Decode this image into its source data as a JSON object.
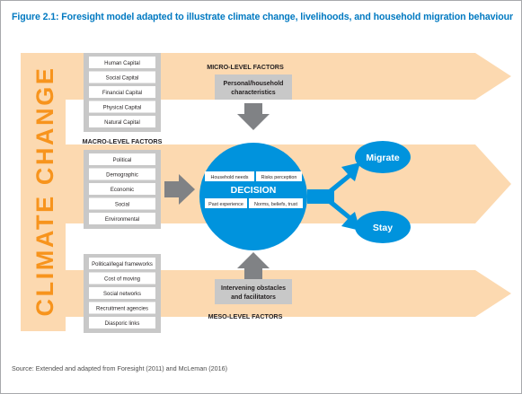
{
  "figure": {
    "title": "Figure 2.1: Foresight model adapted to illustrate climate change, livelihoods, and household migration behaviour",
    "source": "Source: Extended and adapted from Foresight (2011) and McLeman (2016)"
  },
  "side_banner": {
    "label": "CLIMATE CHANGE"
  },
  "micro": {
    "heading": "MICRO-LEVEL FACTORS",
    "capitals": [
      "Human Capital",
      "Social Capital",
      "Financial Capital",
      "Physical Capital",
      "Natural Capital"
    ],
    "characteristics_line1": "Personal/household",
    "characteristics_line2": "characteristics"
  },
  "macro": {
    "heading": "MACRO-LEVEL FACTORS",
    "items": [
      "Political",
      "Demographic",
      "Economic",
      "Social",
      "Environmental"
    ]
  },
  "meso": {
    "heading": "MESO-LEVEL FACTORS",
    "items": [
      "Political/legal frameworks",
      "Cost of moving",
      "Social networks",
      "Recruitment agencies",
      "Diasporic links"
    ],
    "obstacles_line1": "Intervening obstacles",
    "obstacles_line2": "and facilitators"
  },
  "decision": {
    "title": "DECISION",
    "factors": [
      "Household needs",
      "Risks perception",
      "Past experience",
      "Norms, beliefs, trust"
    ]
  },
  "outcomes": {
    "migrate": "Migrate",
    "stay": "Stay"
  },
  "colors": {
    "orange_arrow": "#fcd9b0",
    "orange_dark": "#f7941d",
    "blue": "#0093dd",
    "grey_panel": "#c8c8c8",
    "grey_arrow": "#808285",
    "title_blue": "#0079c1"
  }
}
